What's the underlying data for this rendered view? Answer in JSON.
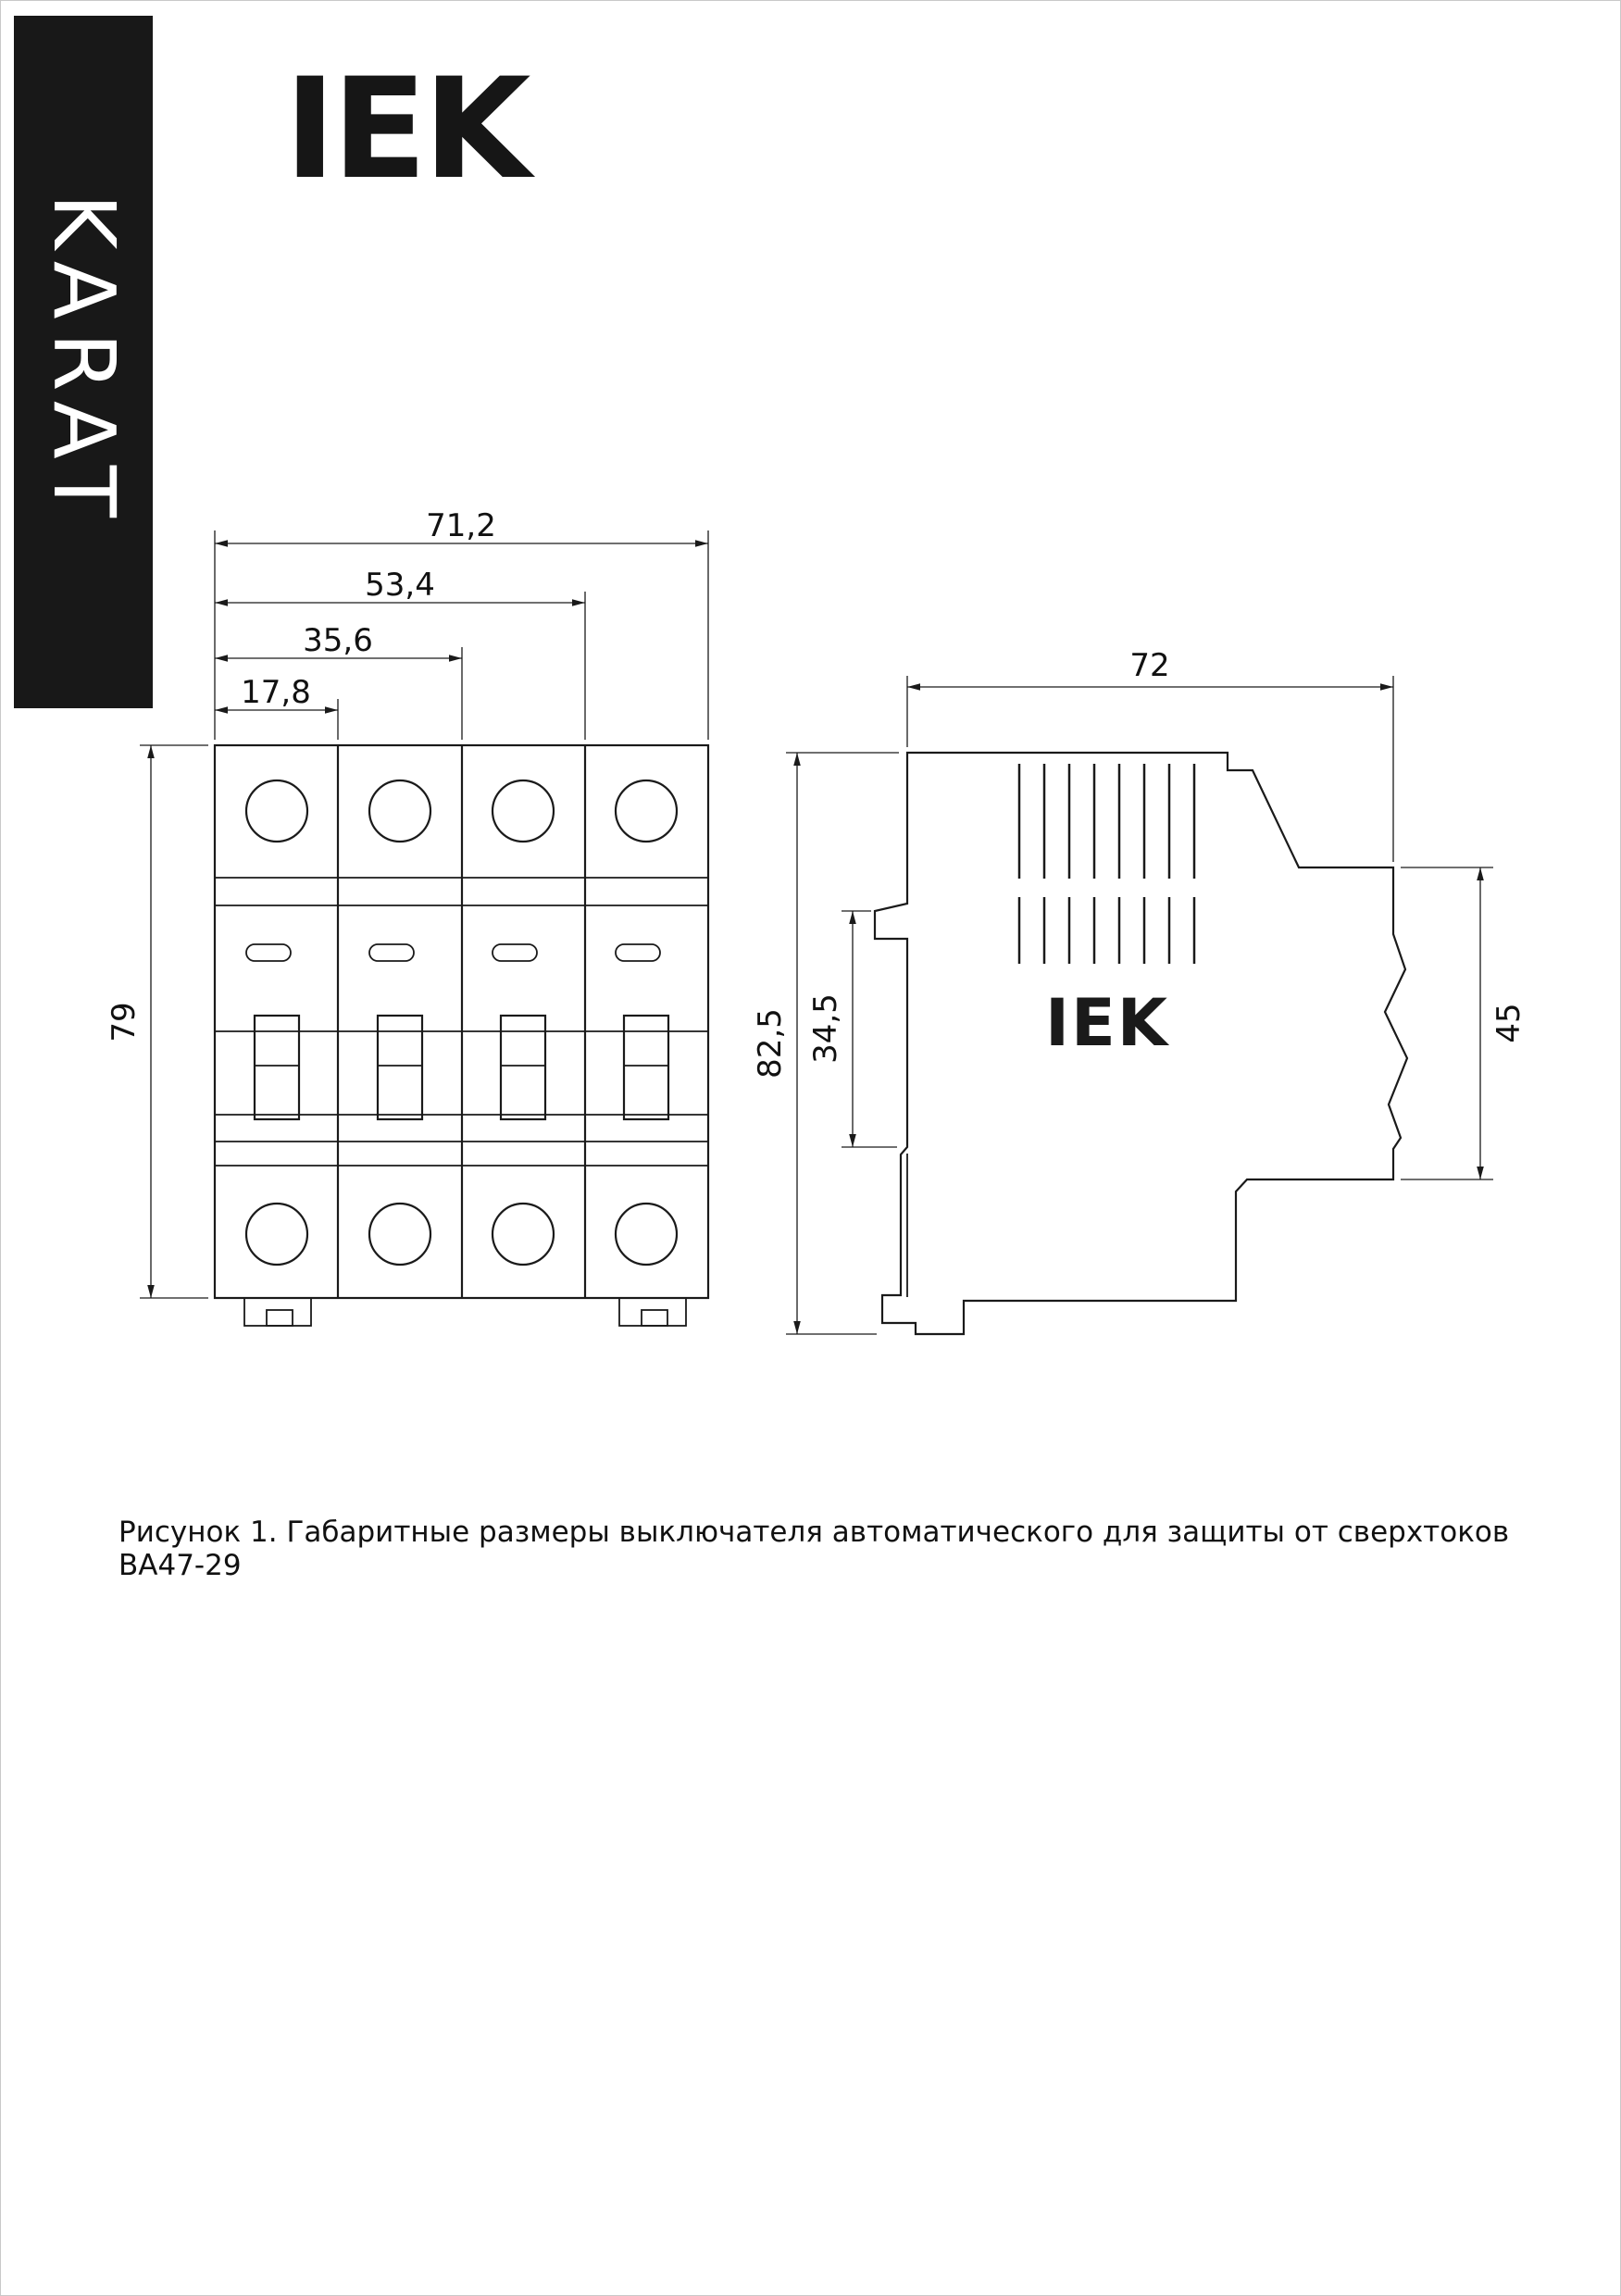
{
  "brand": {
    "series": "KARAT",
    "logo_text": "IEK"
  },
  "figure": {
    "caption": "Рисунок 1. Габаритные размеры выключателя автоматического для защиты от сверхтоков ВА47-29"
  },
  "front_view": {
    "dim_width_total": "71,2",
    "dim_width_three_poles": "53,4",
    "dim_width_two_poles": "35,6",
    "dim_width_one_pole": "17,8",
    "dim_height": "79"
  },
  "side_view": {
    "dim_depth": "72",
    "dim_height_total": "82,5",
    "dim_rail_slot": "34,5",
    "dim_front_height": "45",
    "embossed_logo": "IEK"
  }
}
